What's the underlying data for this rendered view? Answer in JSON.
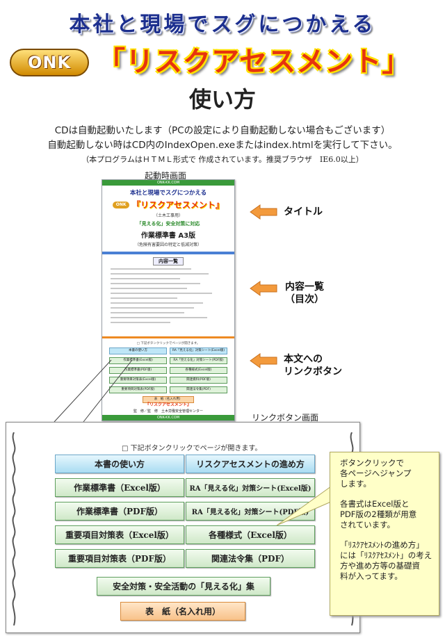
{
  "header": {
    "headline": "本社と現場でスグにつかえる",
    "logo_text": "ONK",
    "title": "「リスクアセスメント」",
    "subtitle": "使い方"
  },
  "notes": {
    "line1": "CDは自動起動いたします（PCの設定により自動起動しない場合もございます）",
    "line2": "自動起動しない時はCD内のIndexOpen.exeまたはindex.htmlを実行して下さい。",
    "line3": "（本プログラムはＨＴＭＬ形式で 作成されています。推奨ブラウザ　IE6.0以上）"
  },
  "captions": {
    "startup": "起動時画面",
    "link_screen": "リンクボタン画面"
  },
  "mini": {
    "top_bar": "ONK-KK.COM",
    "headline": "本社と現場でスグにつかえる",
    "logo": "ONK",
    "title": "『リスクアセスメント』",
    "edition": "（土木工事用）",
    "slogan": "「見える化」安全対策に対応",
    "doc_title": "作業標準書 A3版",
    "doc_sub": "（危険有害要因の特定と低減対策）",
    "toc_title": "内容一覧",
    "btn_note": "□ 下記ボタンクリックでページが開きます。",
    "buttons": {
      "b1": "本書の使い方",
      "b2": "RA「見える化」対策シート(Excel版)",
      "b3": "作業標準書(Excel版)",
      "b4": "RA「見える化」対策シート(PDF版)",
      "b5": "作業標準書(PDF版)",
      "b6": "各種様式(Excel版)",
      "b7": "重要項目対策表(Excel版)",
      "b8": "関連資料(PDF版)",
      "b9": "重要項目対策表(PDF版)",
      "b10": "関連法令集(PDF)",
      "b11": "表　紙（名入れ用）"
    },
    "footer_logo": "『リスクアセスメント』",
    "footer_publisher": "監　修／監　修　土木労働安全管理センター",
    "bottom_bar": "ONK-KK.COM"
  },
  "callouts": {
    "title": "タイトル",
    "toc_line1": "内容一覧",
    "toc_line2": "（目次）",
    "link_line1": "本文への",
    "link_line2": "リンクボタン"
  },
  "zoom": {
    "note": "□ 下記ボタンクリックでページが開きます。",
    "buttons": {
      "usage": "本書の使い方",
      "ra_process": "リスクアセスメントの進め方",
      "std_excel": "作業標準書（Excel版）",
      "ra_sheet_excel": "RA「見える化」対策シート(Excel版)",
      "std_pdf": "作業標準書（PDF版）",
      "ra_sheet_pdf": "RA「見える化」対策シート(PDF版)",
      "key_excel": "重要項目対策表（Excel版）",
      "forms_excel": "各種様式（Excel版）",
      "key_pdf": "重要項目対策表（PDF版）",
      "laws_pdf": "関連法令集（PDF）",
      "visual_collection": "安全対策・安全活動の「見える化」集",
      "cover": "表　紙（名入れ用）"
    }
  },
  "tooltip": {
    "p1_line1": "ボタンクリックで",
    "p1_line2": "各ページへジャンプ",
    "p1_line3": "します。",
    "p2_line1": "各書式はExcel版と",
    "p2_line2": "PDF版の2種類が用意",
    "p2_line3": "されています。",
    "p3_line1": "「ﾘｽｸｱｾｽﾒﾝﾄの進め方」",
    "p3_line2": "には「ﾘｽｸｱｾｽﾒﾝﾄ」の考え",
    "p3_line3": "方や進め方等の基礎資",
    "p3_line4": "料が入ってます。"
  },
  "colors": {
    "headline": "#1c2f8f",
    "title_red": "#e6330f",
    "title_outline": "#ffe200",
    "arrow_orange": "#f39a3c",
    "button_green": "#cfe8c8",
    "button_blue": "#a9dcf2",
    "button_orange": "#f8c28a",
    "tooltip_bg": "#ffffc8"
  }
}
